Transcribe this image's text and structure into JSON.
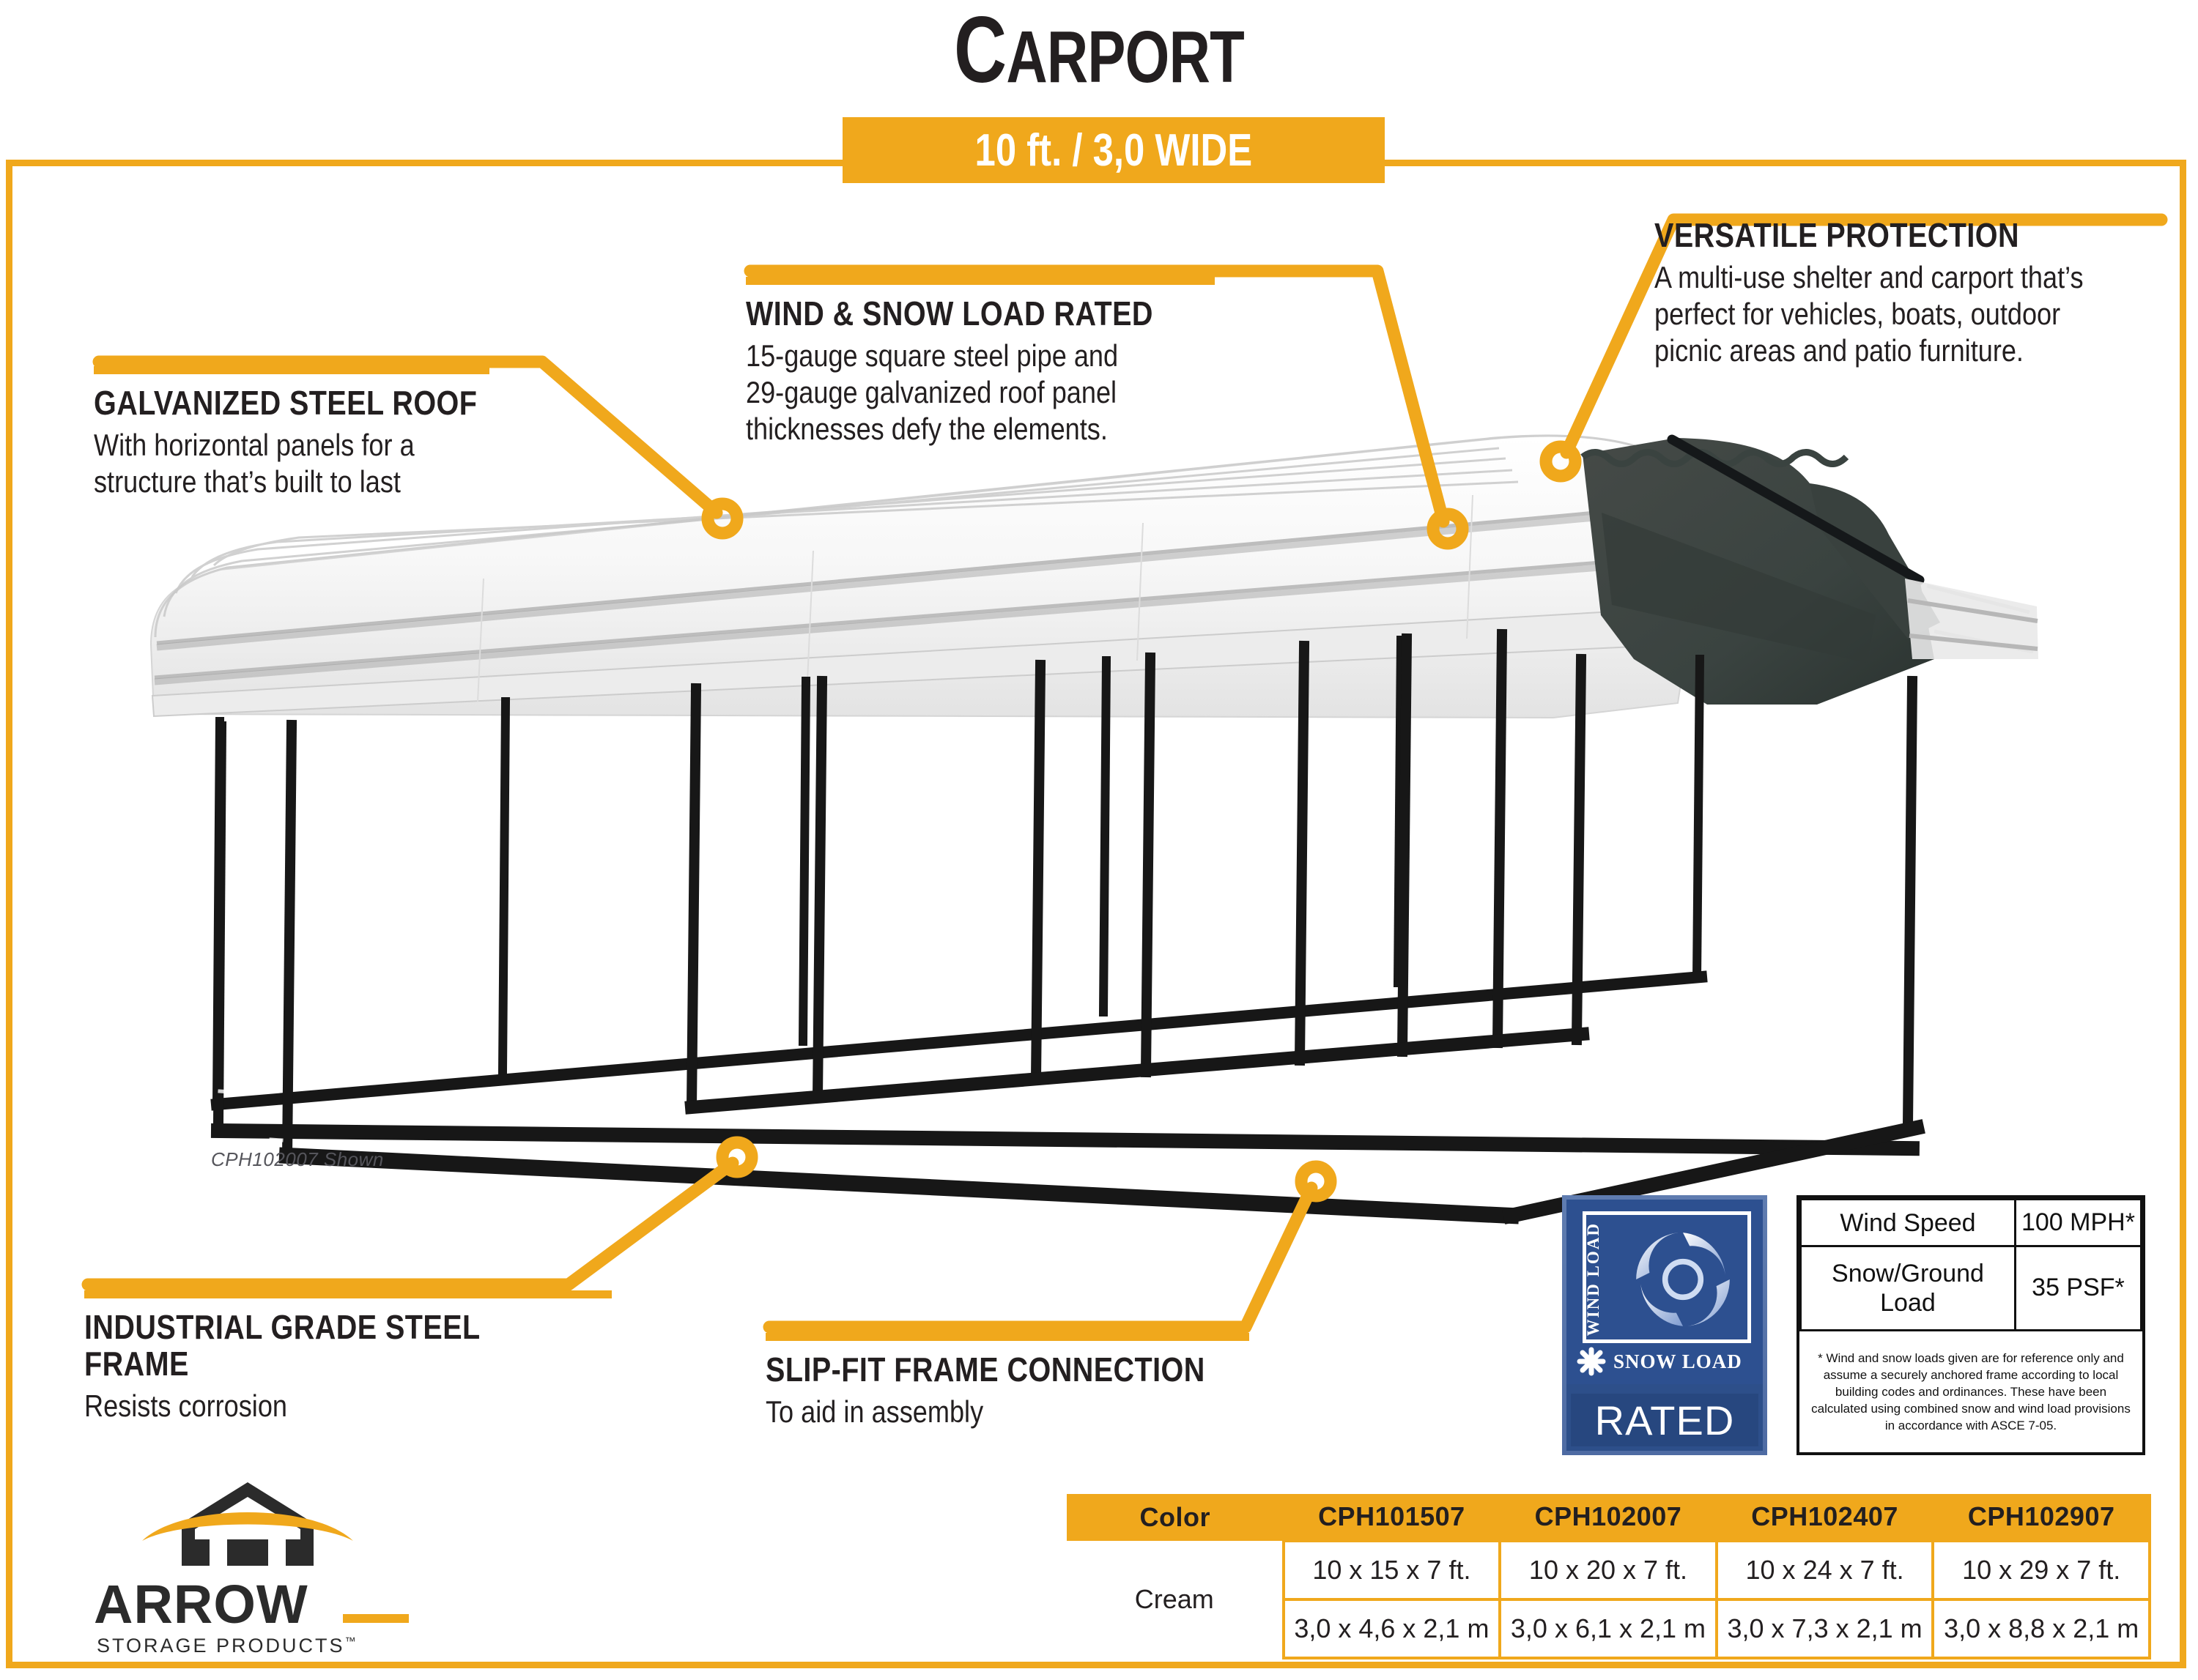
{
  "header": {
    "title_cap": "C",
    "title_rest": "ARPORT",
    "title_full": "Carport",
    "subtitle": "10 ft. / 3,0 WIDE"
  },
  "accent_colors": {
    "yellow": "#f0a81c",
    "dark": "#231f20",
    "badge_blue": "#2d5090"
  },
  "callouts": [
    {
      "id": "galvanized-steel-roof",
      "heading": "GALVANIZED STEEL ROOF",
      "body_line1": "With horizontal panels for a",
      "body_line2": "structure that’s built to last"
    },
    {
      "id": "wind-snow-load-rated",
      "heading": "WIND & SNOW LOAD RATED",
      "body_line1": "15-gauge square steel pipe and",
      "body_line2": "29-gauge galvanized roof panel",
      "body_line3": "thicknesses defy the elements."
    },
    {
      "id": "versatile-protection",
      "heading": "VERSATILE PROTECTION",
      "body_line1": "A multi-use shelter and carport that’s",
      "body_line2": "perfect for vehicles, boats, outdoor",
      "body_line3": "picnic areas and patio furniture."
    },
    {
      "id": "industrial-grade-steel-frame",
      "heading": "INDUSTRIAL GRADE STEEL FRAME",
      "body_line1": "Resists corrosion"
    },
    {
      "id": "slip-fit-frame-connection",
      "heading": "SLIP-FIT FRAME CONNECTION",
      "body_line1": "To aid in assembly"
    }
  ],
  "product_image": {
    "caption": "CPH102007 Shown"
  },
  "badge": {
    "wind_label": "WIND LOAD",
    "snow_label": "SNOW LOAD",
    "rated_label": "RATED",
    "swirl_icon": "hurricane-swirl-icon",
    "snow_icon": "snowflake-icon"
  },
  "spec_table": {
    "rows": [
      {
        "label": "Wind Speed",
        "value": "100 MPH*"
      },
      {
        "label": "Snow/Ground Load",
        "value": "35 PSF*"
      }
    ],
    "footnote": "* Wind and snow loads given are for reference only and assume a securely anchored frame according to local building codes and ordinances. These have been calculated using combined snow and wind load provisions in accordance with ASCE 7-05."
  },
  "model_table": {
    "headers": [
      "Color",
      "CPH101507",
      "CPH102007",
      "CPH102407",
      "CPH102907"
    ],
    "color": "Cream",
    "rows": [
      [
        "10 x 15 x 7 ft.",
        "10 x 20 x 7 ft.",
        "10 x 24 x 7 ft.",
        "10 x 29 x 7 ft."
      ],
      [
        "3,0 x 4,6 x 2,1 m",
        "3,0 x 6,1 x 2,1 m",
        "3,0 x 7,3 x 2,1 m",
        "3,0 x 8,8 x 2,1 m"
      ]
    ]
  },
  "logo": {
    "brand": "ARROW",
    "tagline": "STORAGE PRODUCTS",
    "tm": "™"
  }
}
